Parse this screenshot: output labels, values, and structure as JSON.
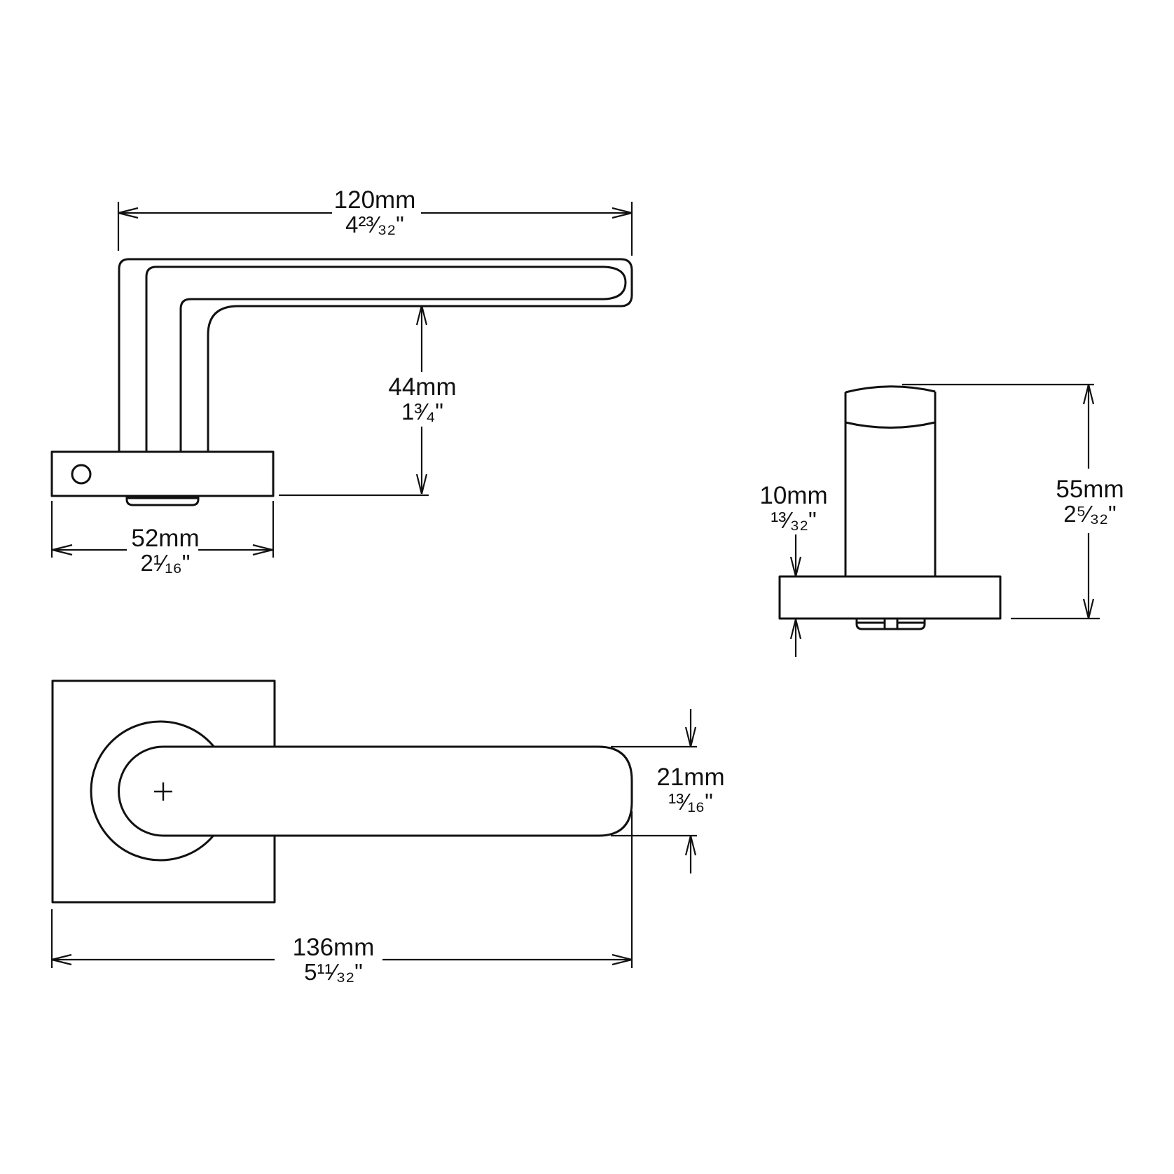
{
  "dimensions": {
    "lever_length": {
      "metric": "120mm",
      "imperial": "4²³⁄₃₂\""
    },
    "handle_height": {
      "metric": "44mm",
      "imperial": "1³⁄₄\""
    },
    "rose_width": {
      "metric": "52mm",
      "imperial": "2¹⁄₁₆\""
    },
    "rose_thickness": {
      "metric": "10mm",
      "imperial": "¹³⁄₃₂\""
    },
    "total_projection": {
      "metric": "55mm",
      "imperial": "2⁵⁄₃₂\""
    },
    "lever_grip_width": {
      "metric": "21mm",
      "imperial": "¹³⁄₁₆\""
    },
    "overall_length": {
      "metric": "136mm",
      "imperial": "5¹¹⁄₃₂\""
    }
  }
}
